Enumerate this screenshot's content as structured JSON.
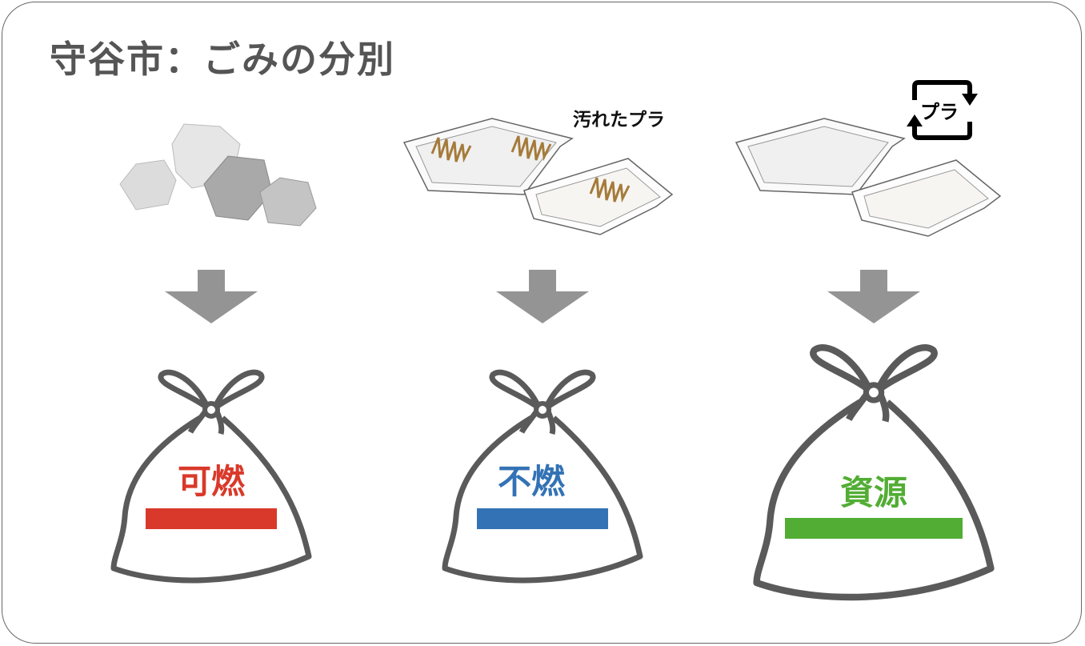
{
  "title": "守谷市：ごみの分別",
  "columns": [
    {
      "item": "paper-waste",
      "caption": "",
      "category": "可燃",
      "color": "#d9392a"
    },
    {
      "item": "dirty-plastic-trays",
      "caption": "汚れたプラ",
      "category": "不燃",
      "color": "#3372b5"
    },
    {
      "item": "clean-plastic-trays",
      "caption": "",
      "category": "資源",
      "color": "#52ad34"
    }
  ],
  "recycle_mark": "プラ",
  "colors": {
    "arrow": "#949494",
    "bag_outline": "#5a5a5a",
    "title": "#555555"
  }
}
